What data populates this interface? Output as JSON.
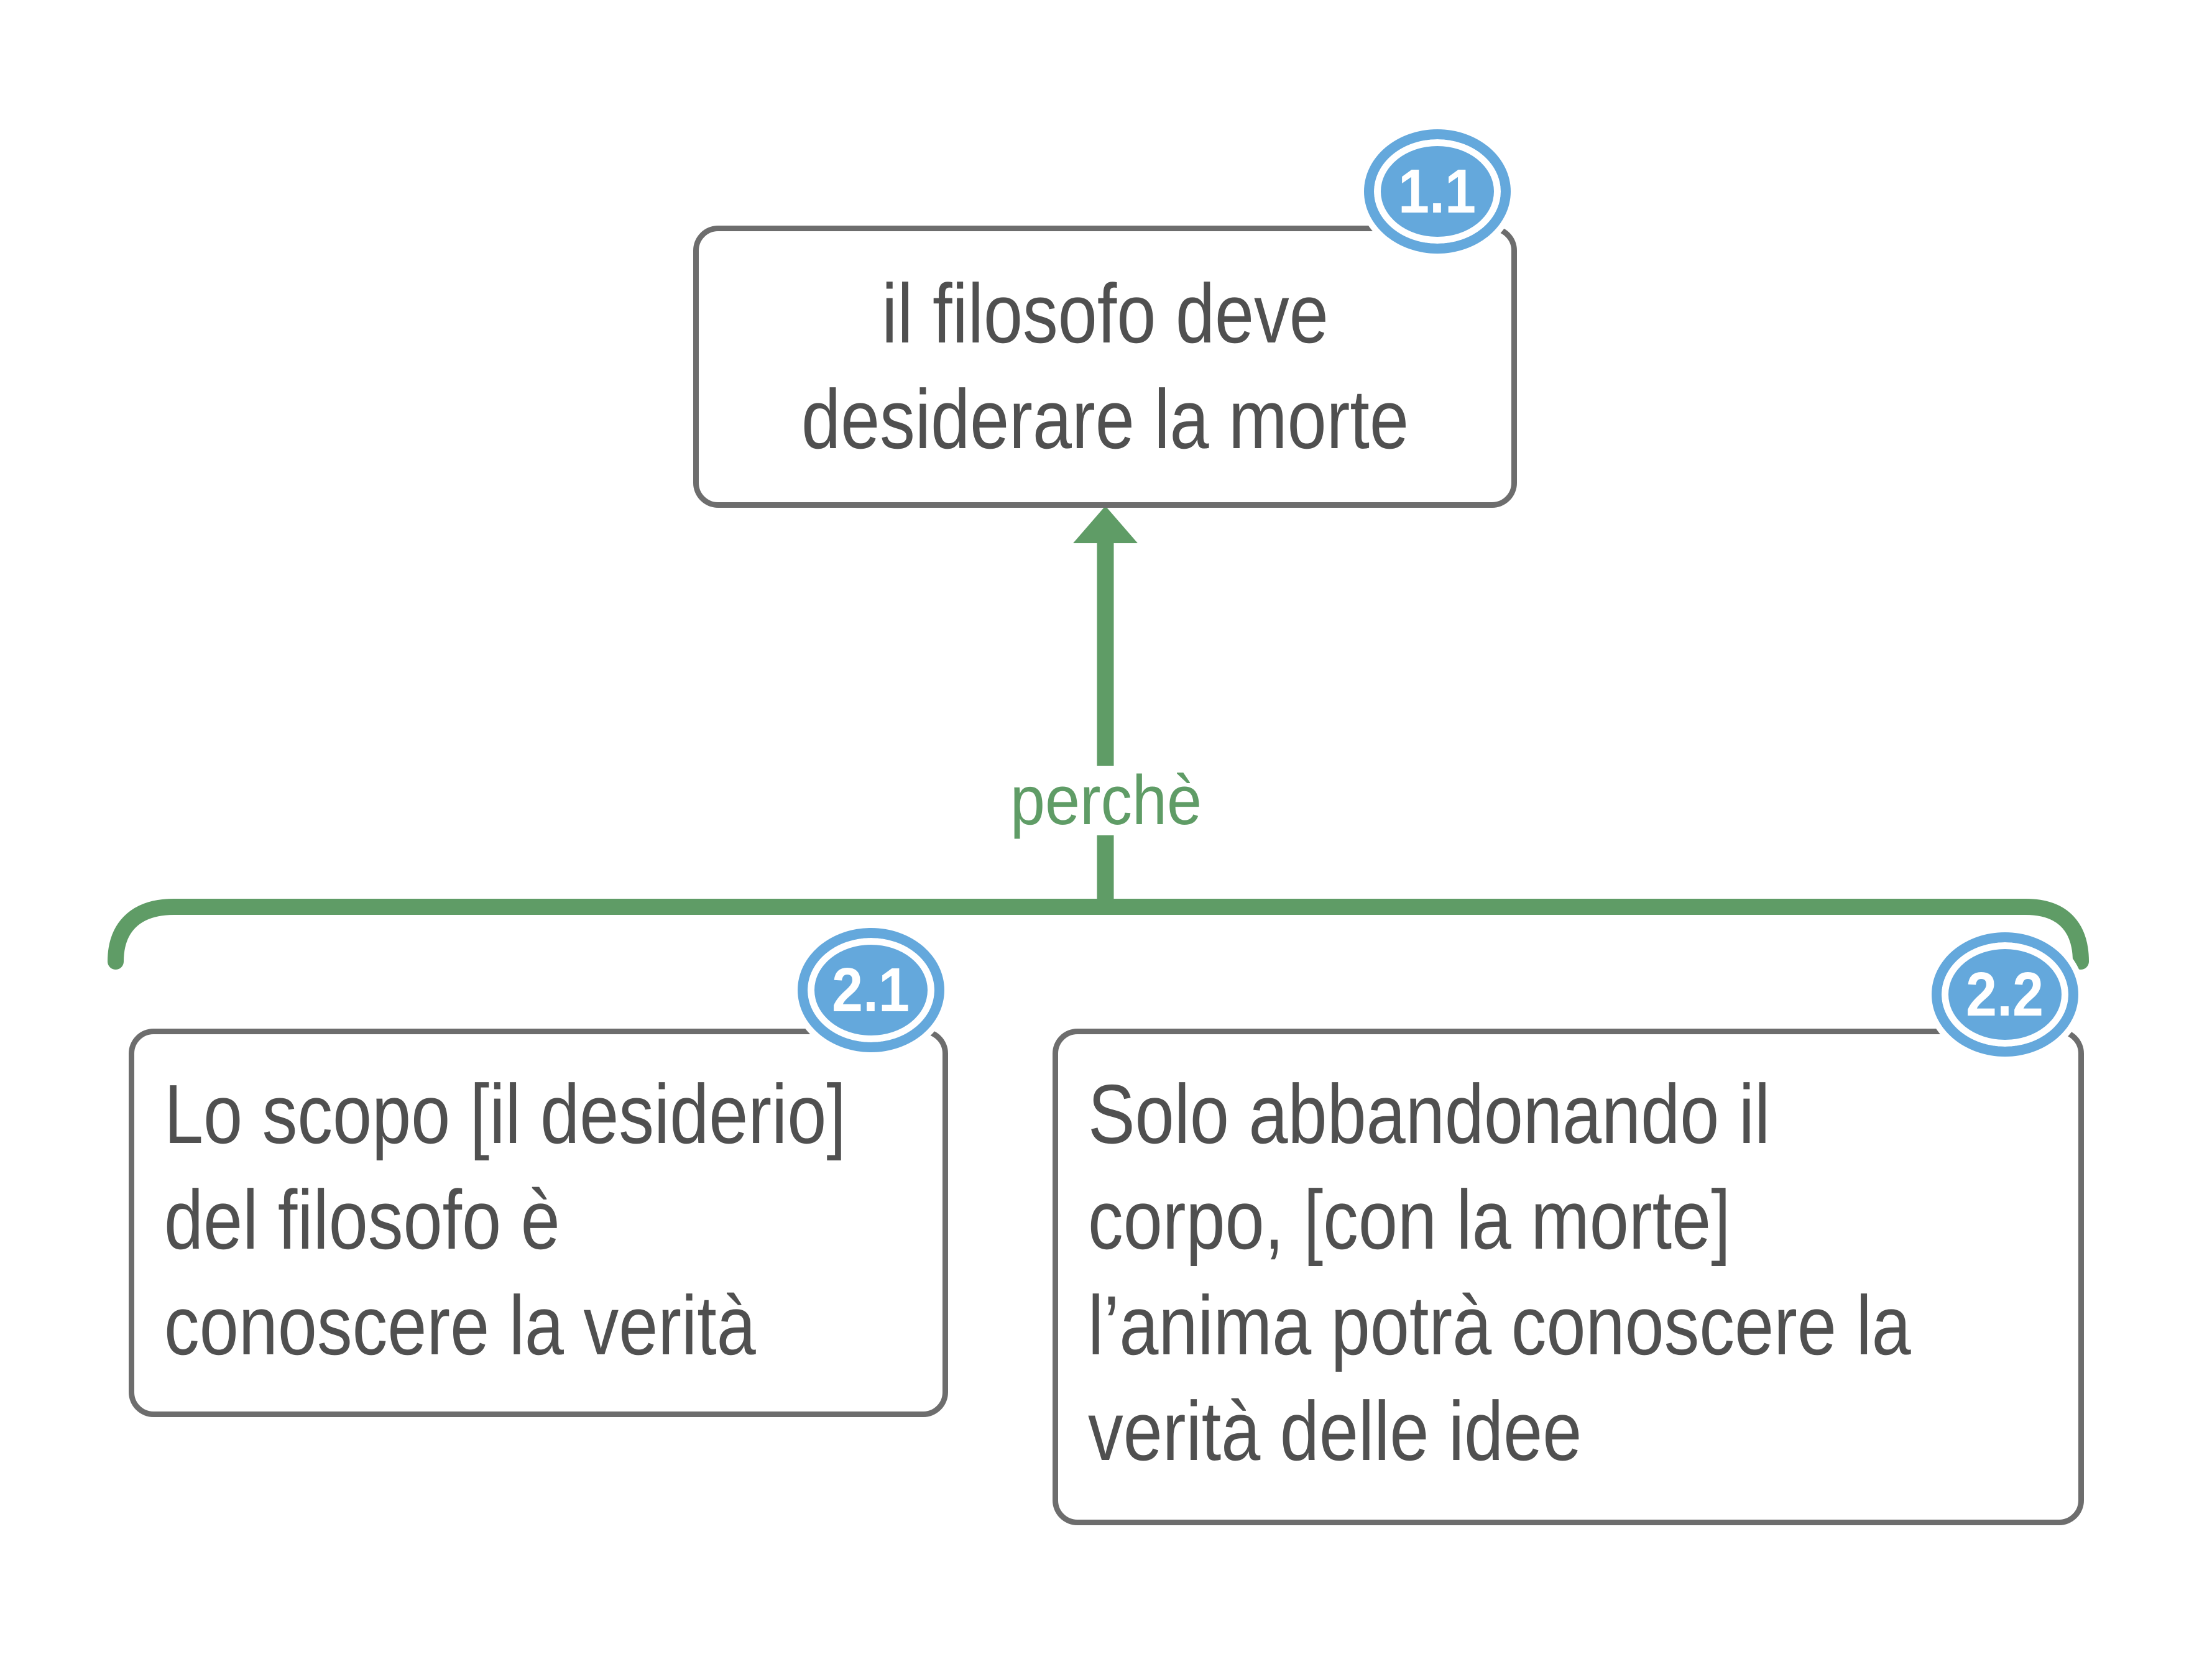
{
  "palette": {
    "green": "#5f9c66",
    "blue": "#64a8dc",
    "box-border": "#6d6d6d",
    "text": "#505050",
    "badge-text": "#ffffff",
    "bg": "#ffffff"
  },
  "conclusion": {
    "badge": "1.1",
    "text": "il filosofo deve desiderare la morte",
    "lines": [
      "il filosofo deve",
      "desiderare la morte"
    ]
  },
  "relation": {
    "label": "perchè"
  },
  "premises": [
    {
      "badge": "2.1",
      "text": "Lo scopo [il desiderio] del filosofo è conoscere la verità",
      "lines": [
        "Lo scopo [il desiderio]",
        "del filosofo è",
        "conoscere la verità"
      ]
    },
    {
      "badge": "2.2",
      "text": "Solo abbandonando il corpo, [con la morte] l’anima potrà conoscere la verità delle idee",
      "lines": [
        "Solo abbandonando il",
        "corpo, [con la morte]",
        "l’anima potrà conoscere la",
        "verità delle idee"
      ]
    }
  ]
}
